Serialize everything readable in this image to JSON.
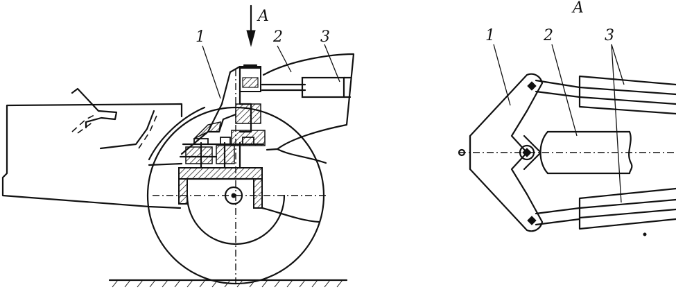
{
  "labels": {
    "view_arrow": "A",
    "view_title": "A",
    "left_part_1": "1",
    "left_part_2": "2",
    "left_part_3": "3",
    "right_part_1": "1",
    "right_part_2": "2",
    "right_part_3": "3"
  }
}
